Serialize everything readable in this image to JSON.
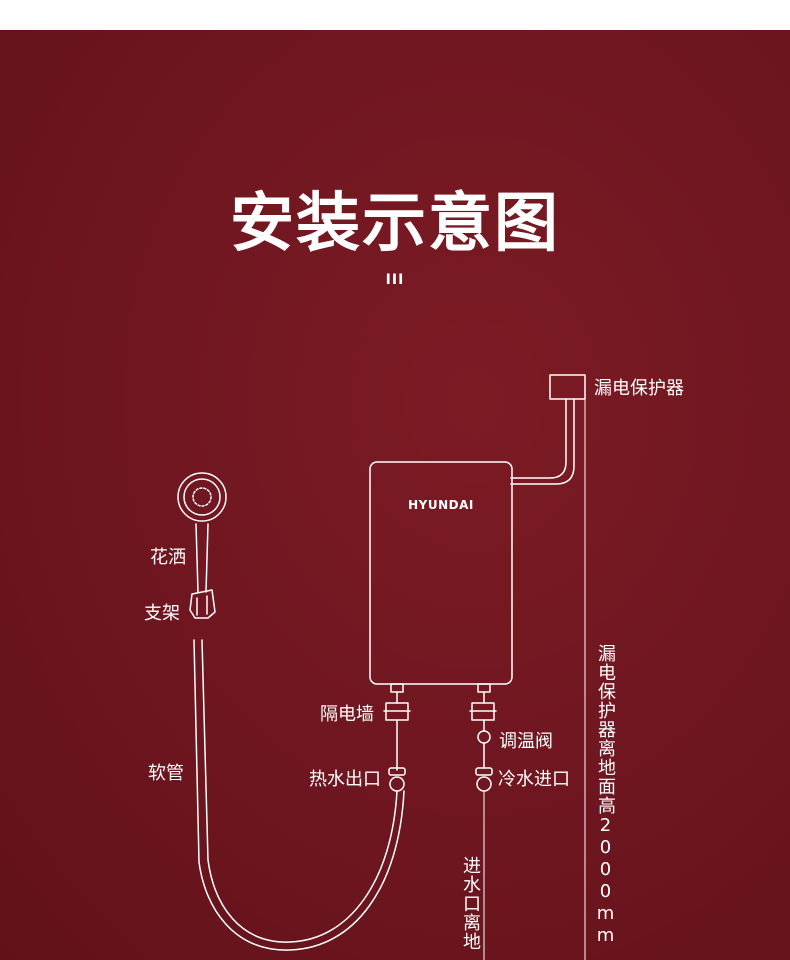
{
  "title": "安装示意图",
  "title_mark": "III",
  "brand": "HYUNDAI",
  "labels": {
    "leakage_protector": "漏电保护器",
    "shower_head": "花洒",
    "bracket": "支架",
    "hose": "软管",
    "wall": "隔电墙",
    "thermostat_valve": "调温阀",
    "hot_water_outlet": "热水出口",
    "cold_water_inlet": "冷水进口",
    "protector_height": "漏电保护器离地面高2000mm",
    "inlet_height": "进水口离地"
  },
  "colors": {
    "background": "#6e1620",
    "line": "#ffffff"
  }
}
